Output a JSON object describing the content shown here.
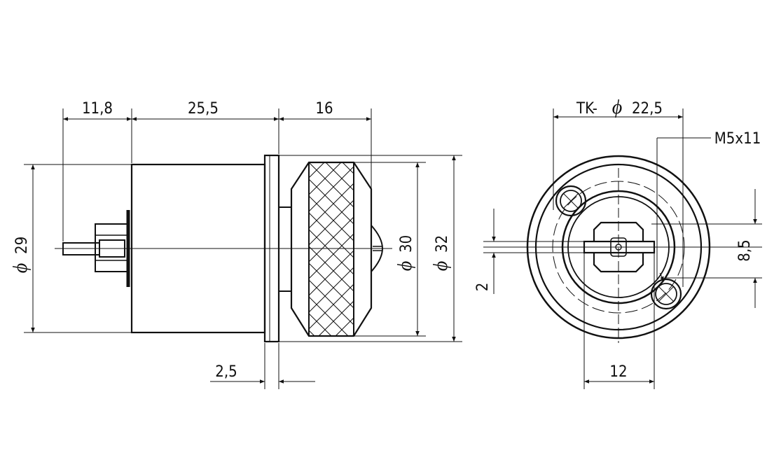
{
  "colors": {
    "line": "#111111",
    "background": "#ffffff"
  },
  "side_view": {
    "dim_pin_length": "11,8",
    "dim_body_length": "25,5",
    "dim_knob_length": "16",
    "dim_flange_thickness": "2,5",
    "dia_symbol": "ϕ",
    "dia_body": "29",
    "dia_knob": "30",
    "dia_flange": "32"
  },
  "front_view": {
    "tk_prefix": "TK-",
    "dia_symbol": "ϕ",
    "tk_value": "22,5",
    "thread_label": "M5x11",
    "dim_height": "8,5",
    "dim_slot": "2",
    "dim_width": "12"
  }
}
